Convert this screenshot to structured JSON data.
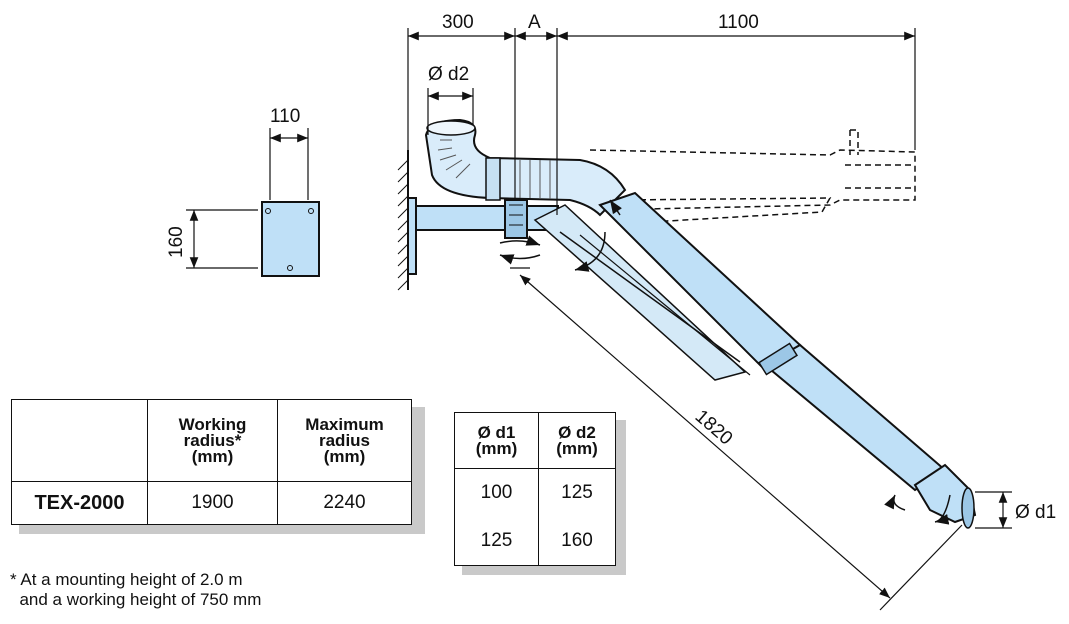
{
  "dimensions": {
    "d300": "300",
    "dA": "A",
    "d1100": "1100",
    "d2": "Ø d2",
    "d110": "110",
    "d160": "160",
    "d1820": "1820",
    "d1": "Ø d1"
  },
  "colors": {
    "arm_fill": "#bfe0f7",
    "hose_fill": "#d9ecfa",
    "line": "#111111"
  },
  "spec_table": {
    "headers": [
      "",
      "Working radius* (mm)",
      "Maximum radius (mm)"
    ],
    "header_lines": [
      [
        "Working",
        "radius*",
        "(mm)"
      ],
      [
        "Maximum",
        "radius",
        "(mm)"
      ]
    ],
    "rows": [
      {
        "model": "TEX-2000",
        "working": "1900",
        "maximum": "2240"
      }
    ]
  },
  "diameter_table": {
    "headers": [
      [
        "Ø d1",
        "(mm)"
      ],
      [
        "Ø d2",
        "(mm)"
      ]
    ],
    "rows": [
      {
        "d1": "100",
        "d2": "125"
      },
      {
        "d1": "125",
        "d2": "160"
      }
    ]
  },
  "footnote": {
    "line1": "* At a mounting height of 2.0 m",
    "line2": "  and a working height of 750 mm"
  }
}
